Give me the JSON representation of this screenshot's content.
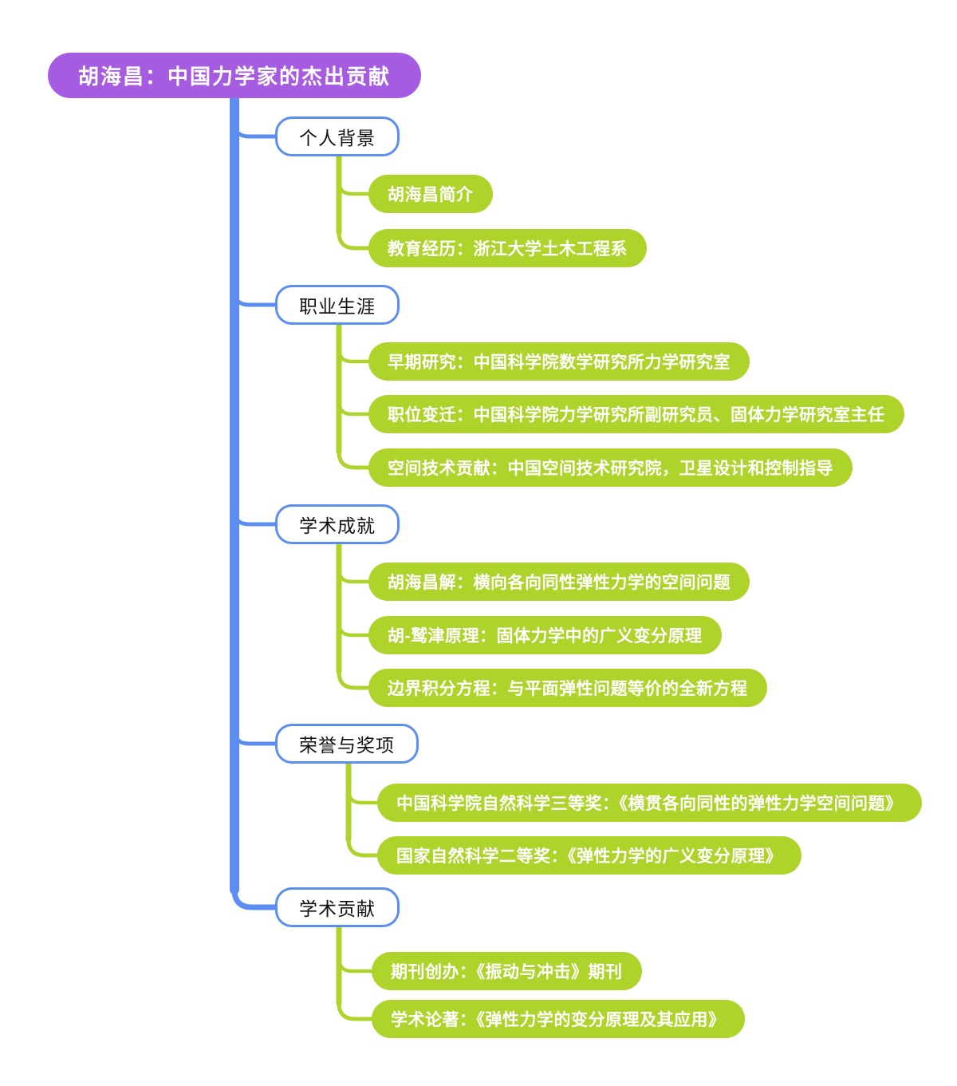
{
  "root": {
    "label": "胡海昌：中国力学家的杰出贡献"
  },
  "colors": {
    "root_bg": "#a55ce0",
    "line_blue": "#5c8df0",
    "line_green": "#aed42c",
    "leaf_bg": "#aed42c",
    "branch_border": "#5c8df0",
    "branch_text": "#111111",
    "root_text": "#ffffff",
    "leaf_text": "#ffffff",
    "background": "#ffffff"
  },
  "sections": [
    {
      "label": "个人背景",
      "children": [
        "胡海昌简介",
        "教育经历：浙江大学土木工程系"
      ]
    },
    {
      "label": "职业生涯",
      "children": [
        "早期研究：中国科学院数学研究所力学研究室",
        "职位变迁：中国科学院力学研究所副研究员、固体力学研究室主任",
        "空间技术贡献：中国空间技术研究院，卫星设计和控制指导"
      ]
    },
    {
      "label": "学术成就",
      "children": [
        "胡海昌解：横向各向同性弹性力学的空间问题",
        "胡-鹫津原理：固体力学中的广义变分原理",
        "边界积分方程：与平面弹性问题等价的全新方程"
      ]
    },
    {
      "label": "荣誉与奖项",
      "children": [
        "中国科学院自然科学三等奖：《横贯各向同性的弹性力学空间问题》",
        "国家自然科学二等奖：《弹性力学的广义变分原理》"
      ]
    },
    {
      "label": "学术贡献",
      "children": [
        "期刊创办：《振动与冲击》期刊",
        "学术论著：《弹性力学的变分原理及其应用》"
      ]
    }
  ]
}
